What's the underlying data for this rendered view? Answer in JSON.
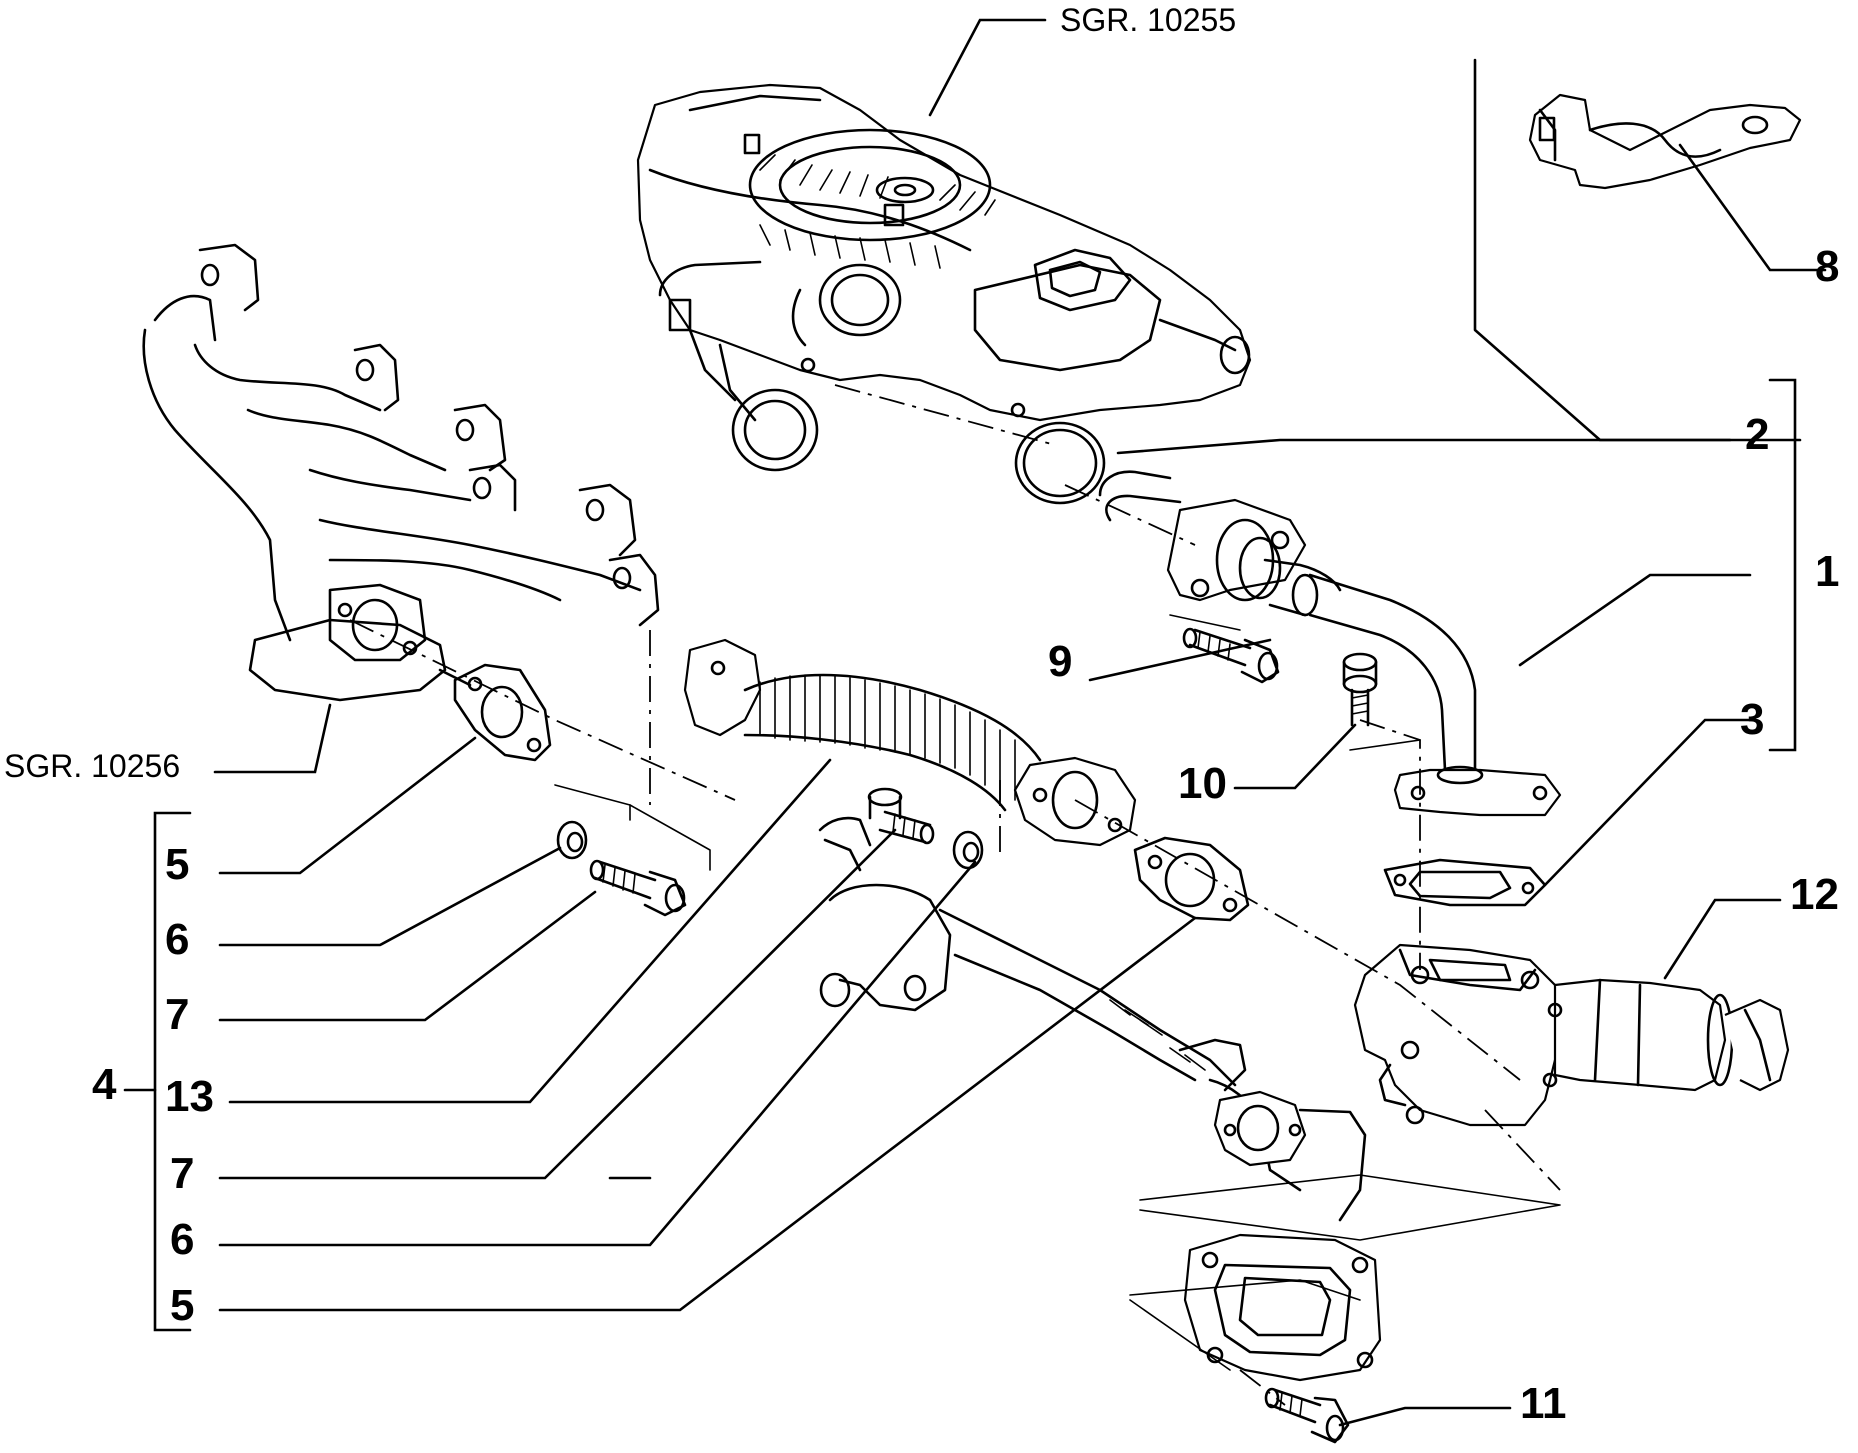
{
  "references": {
    "top": "SGR. 10255",
    "left": "SGR. 10256"
  },
  "callouts": {
    "c1": "1",
    "c2": "2",
    "c3": "3",
    "c4": "4",
    "c5a": "5",
    "c6a": "6",
    "c7a": "7",
    "c13": "13",
    "c7b": "7",
    "c6b": "6",
    "c5b": "5",
    "c8": "8",
    "c9": "9",
    "c10": "10",
    "c11": "11",
    "c12": "12"
  }
}
